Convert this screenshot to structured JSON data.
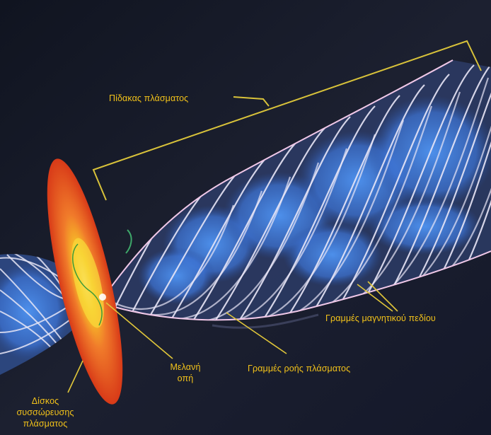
{
  "labels": {
    "jet": "Πίδακας πλάσματος",
    "magnetic_lines": "Γραμμές μαγνητικού πεδίου",
    "flow_lines": "Γραμμές ροής πλάσματος",
    "black_hole_line1": "Μελανή",
    "black_hole_line2": "οπή",
    "disk_line1": "Δίσκος",
    "disk_line2": "συσσώρευσης",
    "disk_line3": "πλάσματος"
  },
  "colors": {
    "background": "#181c28",
    "label_text": "#f2c21a",
    "bracket": "#d8c23a",
    "field_lines": "#e6e4f4",
    "jet_core": "#3f7ee0",
    "disk_outer": "#e84a20",
    "disk_inner": "#f8d020"
  }
}
